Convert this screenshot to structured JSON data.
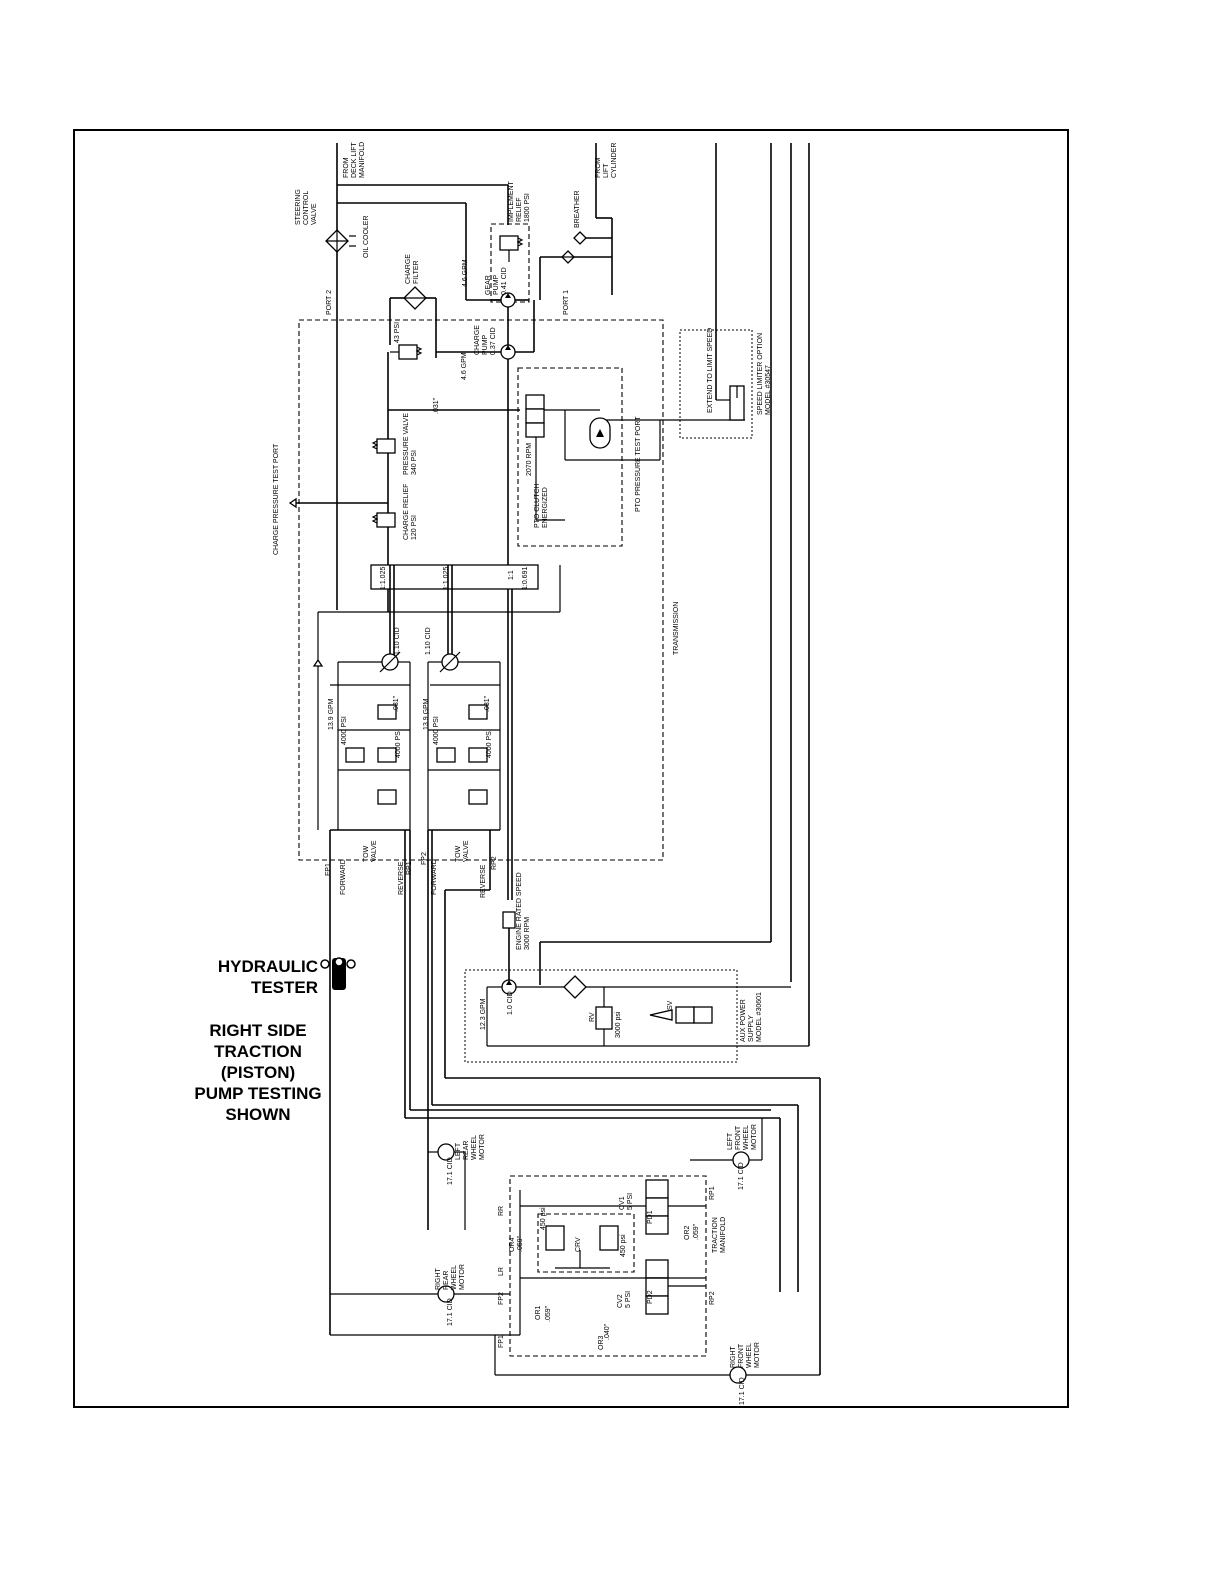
{
  "overlay": {
    "tester_line1": "HYDRAULIC",
    "tester_line2": "TESTER",
    "title_lines": [
      "RIGHT SIDE",
      "TRACTION",
      "(PISTON)",
      "PUMP TESTING",
      "SHOWN"
    ]
  },
  "labels": {
    "deck_lift": [
      "FROM",
      "DECK LIFT",
      "MANIFOLD"
    ],
    "lift_cyl": [
      "FROM",
      "LIFT",
      "CYLINDER"
    ],
    "steering": [
      "STEERING",
      "CONTROL",
      "VALVE"
    ],
    "oil_cooler": "OIL COOLER",
    "implement_relief": [
      "IMPLEMENT",
      "RELIEF",
      "1800 PSI"
    ],
    "breather": "BREATHER",
    "charge_filter": [
      "CHARGE",
      "FILTER"
    ],
    "gear_pump": [
      "GEAR",
      "PUMP",
      "0.41 CID"
    ],
    "gpm_gear": "4.6 GPM",
    "port2": "PORT 2",
    "port1": "PORT 1",
    "psi43": "43 PSI",
    "charge_pump": [
      "CHARGE",
      "PUMP",
      "0.37 CID"
    ],
    "gpm_charge": "4.6 GPM",
    "orifice_top": ".031\"",
    "pressure_valve": [
      "PRESSURE VALVE",
      "340 PSI"
    ],
    "charge_relief": [
      "CHARGE RELIEF",
      "120 PSI"
    ],
    "charge_test_port": "CHARGE PRESSURE TEST PORT",
    "rpm2070": "2070 RPM",
    "pto_clutch": [
      "PTO CLUTCH",
      "ENERGIZED"
    ],
    "pto_test_port": "PTO PRESSURE TEST PORT",
    "extend": "EXTEND TO LIMIT SPEED",
    "speed_limiter": [
      "SPEED LIMITER OPTION",
      "MODEL #30547"
    ],
    "ratio1": "1:1.025",
    "ratio2": "1:1.025",
    "ratio3": "1:1",
    "ratio4": "1:0.691",
    "transmission": "TRANSMISSION",
    "cid_left": "1.10 CID",
    "cid_right": "1.10 CID",
    "gpm_left": "13.9 GPM",
    "gpm_right": "13.9 GPM",
    "orifice_left": ".031\"",
    "orifice_right": ".031\"",
    "psi4000_a": "4000 PSI",
    "psi4000_b": "4000 PSI",
    "psi4000_c": "4000 PSI",
    "psi4000_d": "4000 PSI",
    "tow_valve_left": [
      "TOW",
      "VALVE"
    ],
    "tow_valve_right": [
      "TOW",
      "VALVE"
    ],
    "fp1": "FP1",
    "forward1": "FORWARD",
    "reverse1": "REVERSE",
    "rp1": "RP1",
    "fp2": "FP2",
    "forward2": "FORWARD",
    "reverse2": "REVERSE",
    "rp2": "RP2",
    "engine": [
      "ENGINE RATED SPEED",
      "3000 RPM"
    ],
    "gpm_aux": "12.3 GPM",
    "cid_aux": "1.0 CID",
    "rv": "RV",
    "psi3000": "3000 psi",
    "sv": "SV",
    "aux_power": [
      "AUX POWER",
      "SUPPLY",
      "MODEL #30601"
    ],
    "left_rear": [
      "LEFT",
      "REAR",
      "WHEEL",
      "MOTOR"
    ],
    "cid_lr": "17.1 CID",
    "left_front": [
      "LEFT",
      "FRONT",
      "WHEEL",
      "MOTOR"
    ],
    "cid_lf": "17.1 CID",
    "right_rear": [
      "RIGHT",
      "REAR",
      "WHEEL",
      "MOTOR"
    ],
    "cid_rr": "17.1 CID",
    "right_front": [
      "RIGHT",
      "FRONT",
      "WHEEL",
      "MOTOR"
    ],
    "cid_rf": "17.1 CID",
    "cv1": [
      "CV1",
      "5 PSI"
    ],
    "cv2": [
      "CV2",
      "5 PSI"
    ],
    "pd1": "PD1",
    "pd2": "PD2",
    "rp1_m": "RP1",
    "rp2_m": "RP2",
    "or2": "OR2",
    "or2_val": ".059\"",
    "or4": "OR4",
    "or4_val": ".059\"",
    "or1": "OR1",
    "or1_val": ".059\"",
    "or3": "OR3",
    "or3_val": ".040\"",
    "traction_manifold": [
      "TRACTION",
      "MANIFOLD"
    ],
    "rr": "RR",
    "lr": "LR",
    "fp2_m": "FP2",
    "fp1_m": "FP1",
    "crv": "CRV",
    "psi450a": "450 psi",
    "psi450b": "450 psi"
  }
}
